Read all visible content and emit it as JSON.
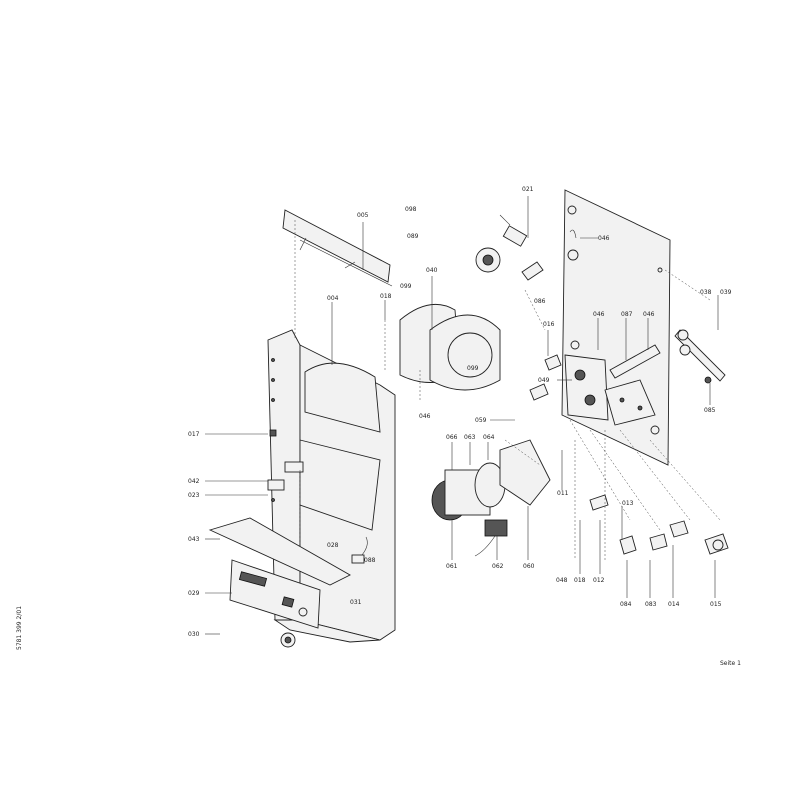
{
  "labels": {
    "l005": "005",
    "l098": "098",
    "l089": "089",
    "l021": "021",
    "l046a": "046",
    "l040": "040",
    "l099a": "099",
    "l018": "018",
    "l004": "004",
    "l086": "086",
    "l016": "016",
    "l046b": "046",
    "l087": "087",
    "l046c": "046",
    "l038": "038",
    "l039": "039",
    "l049": "049",
    "l099b": "099",
    "l046d": "046",
    "l085": "085",
    "l017": "017",
    "l059": "059",
    "l066": "066",
    "l063": "063",
    "l064": "064",
    "l042": "042",
    "l023": "023",
    "l011": "011",
    "l013": "013",
    "l043": "043",
    "l028": "028",
    "l088": "088",
    "l061": "061",
    "l062": "062",
    "l060": "060",
    "l029": "029",
    "l031": "031",
    "l048": "048",
    "l018b": "018",
    "l012": "012",
    "l084": "084",
    "l083": "083",
    "l014": "014",
    "l015": "015",
    "l030": "030"
  },
  "page_footer": "Seite 1",
  "doc_code": "5781 399   2/01"
}
